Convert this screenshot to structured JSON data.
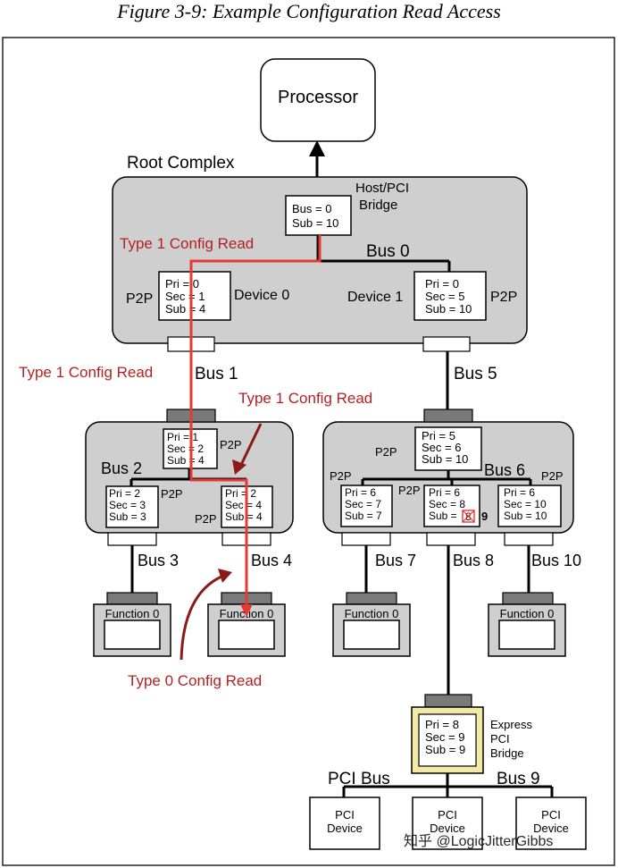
{
  "figure_title": "Figure 3-9: Example Configuration Read Access",
  "processor": "Processor",
  "root_complex": "Root Complex",
  "host_bridge": {
    "line1": "Host/PCI",
    "line2": "Bridge",
    "bus": "Bus = 0",
    "sub": "Sub = 10"
  },
  "rc_p2p_left": {
    "pri": "Pri = 0",
    "sec": "Sec = 1",
    "sub": "Sub = 4",
    "label": "P2P",
    "device": "Device 0"
  },
  "rc_p2p_right": {
    "pri": "Pri = 0",
    "sec": "Sec = 5",
    "sub": "Sub = 10",
    "label": "P2P",
    "device": "Device 1"
  },
  "buses": {
    "bus0": "Bus 0",
    "bus1": "Bus 1",
    "bus5": "Bus 5",
    "bus2": "Bus 2",
    "bus6": "Bus 6",
    "bus3": "Bus 3",
    "bus4": "Bus 4",
    "bus7": "Bus 7",
    "bus8": "Bus 8",
    "bus10": "Bus 10",
    "pci_bus": "PCI Bus",
    "bus9": "Bus 9"
  },
  "annotations": {
    "type1_top": "Type 1 Config Read",
    "type1_left": "Type 1 Config Read",
    "type1_mid": "Type 1 Config Read",
    "type0": "Type 0 Config Read"
  },
  "switch_left": {
    "up": {
      "pri": "Pri = 1",
      "sec": "Sec = 2",
      "sub": "Sub = 4",
      "label": "P2P"
    },
    "down_a": {
      "pri": "Pri = 2",
      "sec": "Sec = 3",
      "sub": "Sub = 3",
      "label": "P2P"
    },
    "down_b": {
      "pri": "Pri = 2",
      "sec": "Sec = 4",
      "sub": "Sub = 4",
      "label": "P2P"
    }
  },
  "switch_right": {
    "up": {
      "pri": "Pri = 5",
      "sec": "Sec = 6",
      "sub": "Sub = 10",
      "label": "P2P"
    },
    "down_a": {
      "pri": "Pri = 6",
      "sec": "Sec = 7",
      "sub": "Sub = 7",
      "label": "P2P"
    },
    "down_b": {
      "pri": "Pri = 6",
      "sec": "Sec = 8",
      "sub": "Sub = ",
      "sub_old": "8",
      "sub_new": "9",
      "label": "P2P"
    },
    "down_c": {
      "pri": "Pri = 6",
      "sec": "Sec = 10",
      "sub": "Sub = 10",
      "label": "P2P"
    }
  },
  "functions": {
    "f1": "Function 0",
    "f2": "Function 0",
    "f3": "Function 0",
    "f4": "Function 0"
  },
  "express_bridge": {
    "pri": "Pri = 8",
    "sec": "Sec = 9",
    "sub": "Sub = 9",
    "l1": "Express",
    "l2": "PCI",
    "l3": "Bridge"
  },
  "pci_devices": [
    {
      "l1": "PCI",
      "l2": "Device"
    },
    {
      "l1": "PCI",
      "l2": "Device"
    },
    {
      "l1": "PCI",
      "l2": "Device"
    }
  ],
  "watermark": "知乎 @LogicJitterGibbs",
  "colors": {
    "enclosure": "#cfcfcf",
    "connector": "#7a7a7a",
    "path": "#e53935",
    "annotation": "#b22222",
    "bridge_frame": "#f3e9a6"
  }
}
